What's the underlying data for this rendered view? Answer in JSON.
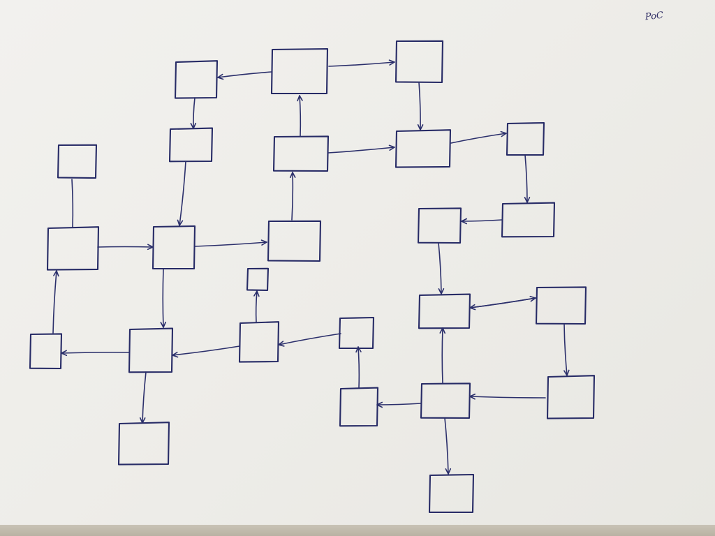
{
  "annotation": {
    "text": "PoC"
  },
  "diagram": {
    "nodes": [
      "n1",
      "n2",
      "n3",
      "n4",
      "n5",
      "n6",
      "n7",
      "n8",
      "n9",
      "n10",
      "n11",
      "n12",
      "n13",
      "n14",
      "n15",
      "n16",
      "n17",
      "n18",
      "n19",
      "n20",
      "n21",
      "n22",
      "n23",
      "n24",
      "n25",
      "n26",
      "n27"
    ],
    "edges": [
      {
        "from": "n2",
        "to": "n1",
        "arrow": true
      },
      {
        "from": "n2",
        "to": "n3",
        "arrow": true
      },
      {
        "from": "n1",
        "to": "n4",
        "arrow": true
      },
      {
        "from": "n5",
        "to": "n2",
        "arrow": true
      },
      {
        "from": "n5",
        "to": "n6",
        "arrow": true
      },
      {
        "from": "n3",
        "to": "n6",
        "arrow": true
      },
      {
        "from": "n6",
        "to": "n7",
        "arrow": true
      },
      {
        "from": "n7",
        "to": "n9",
        "arrow": true
      },
      {
        "from": "n9",
        "to": "n10",
        "arrow": true
      },
      {
        "from": "n10",
        "to": "n19",
        "arrow": true
      },
      {
        "from": "n19",
        "to": "n20",
        "arrow": true
      },
      {
        "from": "n20",
        "to": "n19",
        "arrow": true
      },
      {
        "from": "n20",
        "to": "n26",
        "arrow": true
      },
      {
        "from": "n26",
        "to": "n25",
        "arrow": true
      },
      {
        "from": "n25",
        "to": "n19",
        "arrow": true
      },
      {
        "from": "n25",
        "to": "n27",
        "arrow": true
      },
      {
        "from": "n25",
        "to": "n24",
        "arrow": true
      },
      {
        "from": "n24",
        "to": "n17",
        "arrow": true
      },
      {
        "from": "n17",
        "to": "n16",
        "arrow": true
      },
      {
        "from": "n16",
        "to": "n15",
        "arrow": true
      },
      {
        "from": "n16",
        "to": "n14",
        "arrow": true
      },
      {
        "from": "n14",
        "to": "n18",
        "arrow": true
      },
      {
        "from": "n14",
        "to": "n22",
        "arrow": true
      },
      {
        "from": "n4",
        "to": "n12",
        "arrow": true
      },
      {
        "from": "n11",
        "to": "n12",
        "arrow": true
      },
      {
        "from": "n12",
        "to": "n13",
        "arrow": true
      },
      {
        "from": "n12",
        "to": "n14",
        "arrow": true
      },
      {
        "from": "n13",
        "to": "n5",
        "arrow": true
      },
      {
        "from": "n18",
        "to": "n11",
        "arrow": true
      },
      {
        "from": "n8",
        "to": "n11",
        "arrow": false
      }
    ]
  }
}
